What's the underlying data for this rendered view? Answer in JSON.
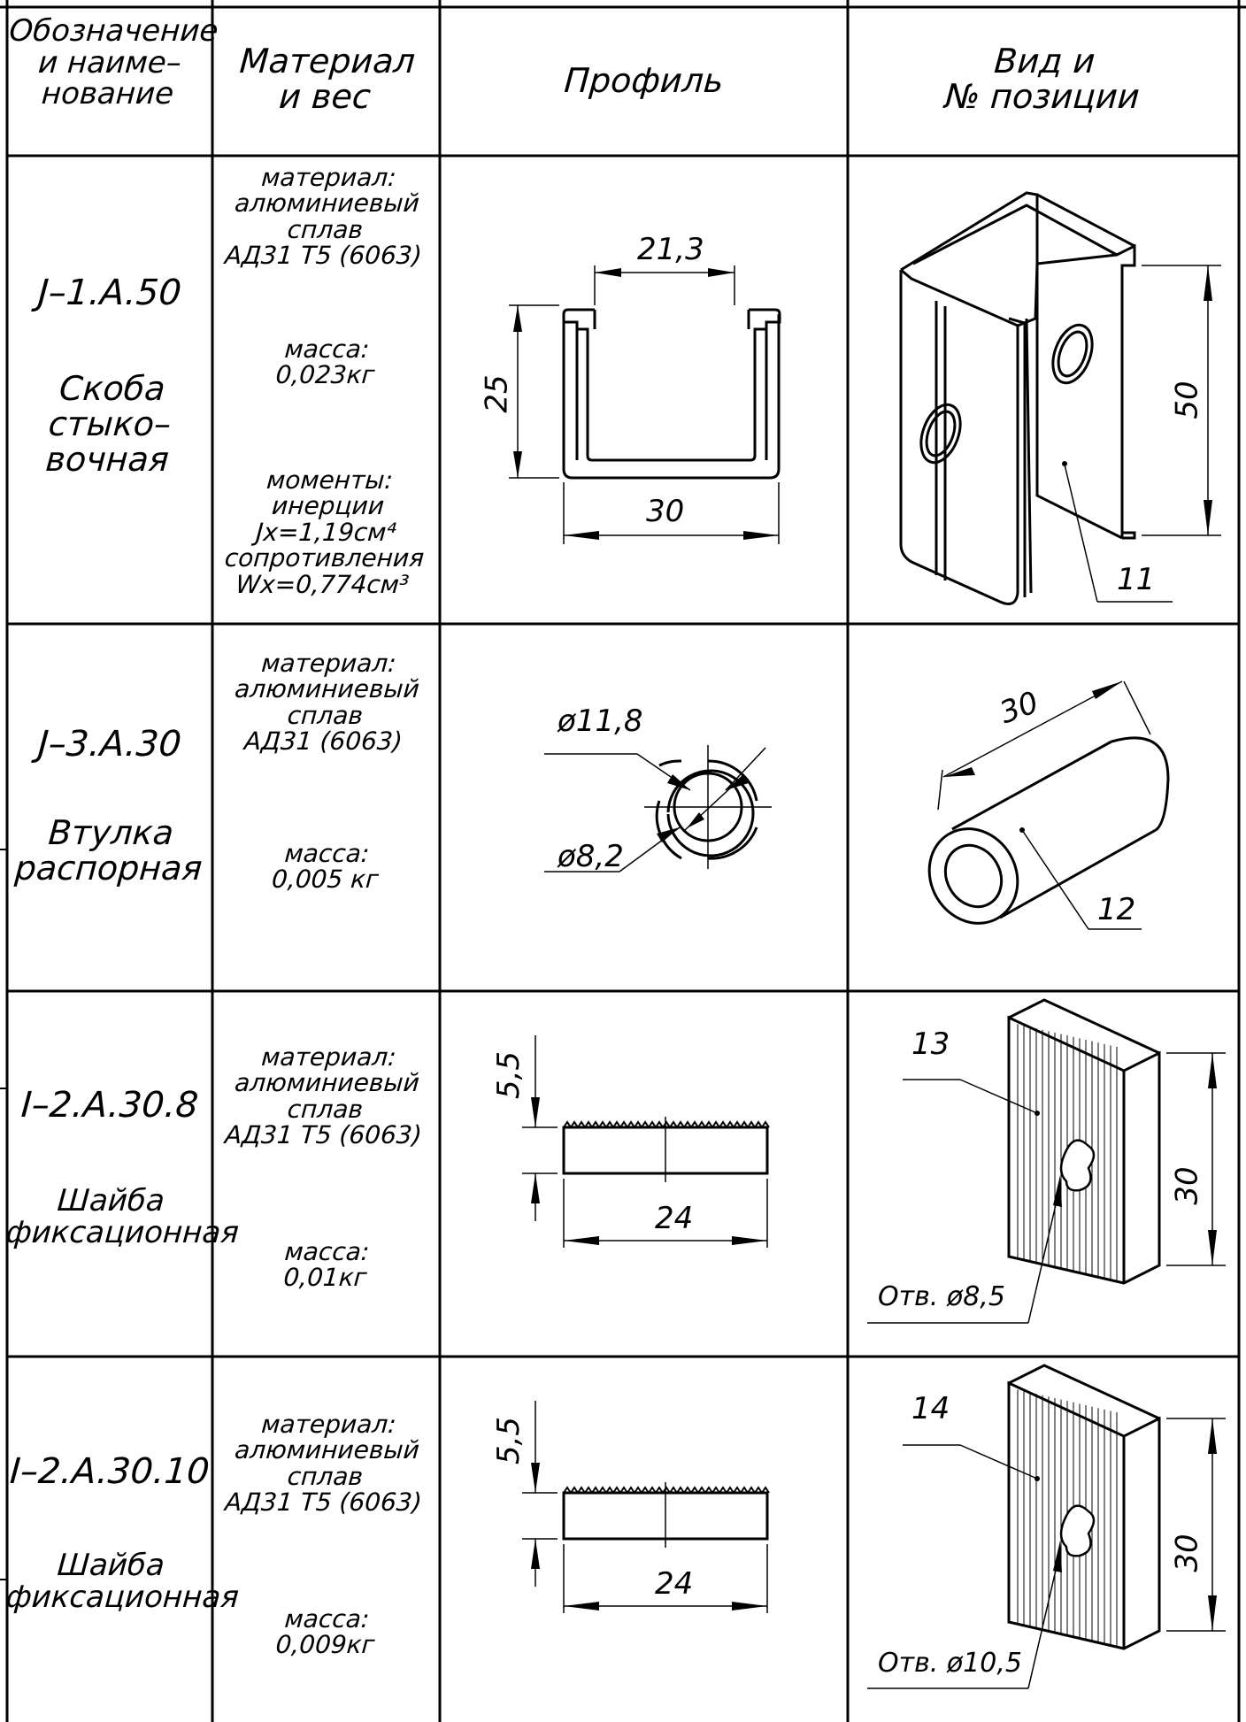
{
  "header": {
    "col1": [
      "Обозначение",
      "и наиме–",
      "нование"
    ],
    "col2": [
      "Материал",
      "и вес"
    ],
    "col3": [
      "Профиль"
    ],
    "col4": [
      "Вид и",
      "№ позиции"
    ]
  },
  "rows": [
    {
      "code": "J–1.A.50",
      "name": [
        "Скоба",
        "стыко–",
        "вочная"
      ],
      "material_lines": [
        "материал:",
        "алюминиевый сплав",
        "АД31 Т5 (6063)"
      ],
      "mass_lines": [
        "масса:",
        "0,023кг"
      ],
      "inertia_lines": [
        "моменты: инерции",
        "Jx=1,19см⁴",
        "сопротивления",
        "Wx=0,774см³"
      ],
      "profile_dims": {
        "top": "21,3",
        "height": "25",
        "width": "30"
      },
      "view_dims": {
        "height": "50"
      },
      "position": "11"
    },
    {
      "code": "J–3.A.30",
      "name": [
        "Втулка",
        "распорная"
      ],
      "material_lines": [
        "материал:",
        "алюминиевый сплав",
        "АД31 (6063)"
      ],
      "mass_lines": [
        "масса:",
        "0,005 кг"
      ],
      "profile_dims": {
        "outer": "ø11,8",
        "inner": "ø8,2"
      },
      "view_dims": {
        "length": "30"
      },
      "position": "12"
    },
    {
      "code": "I–2.A.30.8",
      "name": [
        "Шайба",
        "фиксационная"
      ],
      "material_lines": [
        "материал:",
        "алюминиевый сплав",
        "АД31 Т5 (6063)"
      ],
      "mass_lines": [
        "масса:",
        "0,01кг"
      ],
      "profile_dims": {
        "thickness": "5,5",
        "width": "24"
      },
      "view_dims": {
        "height": "30",
        "hole": "Отв. ø8,5"
      },
      "position": "13"
    },
    {
      "code": "I–2.A.30.10",
      "name": [
        "Шайба",
        "фиксационная"
      ],
      "material_lines": [
        "материал:",
        "алюминиевый сплав",
        "АД31 Т5 (6063)"
      ],
      "mass_lines": [
        "масса:",
        "0,009кг"
      ],
      "profile_dims": {
        "thickness": "5,5",
        "width": "24"
      },
      "view_dims": {
        "height": "30",
        "hole": "Отв. ø10,5"
      },
      "position": "14"
    }
  ]
}
